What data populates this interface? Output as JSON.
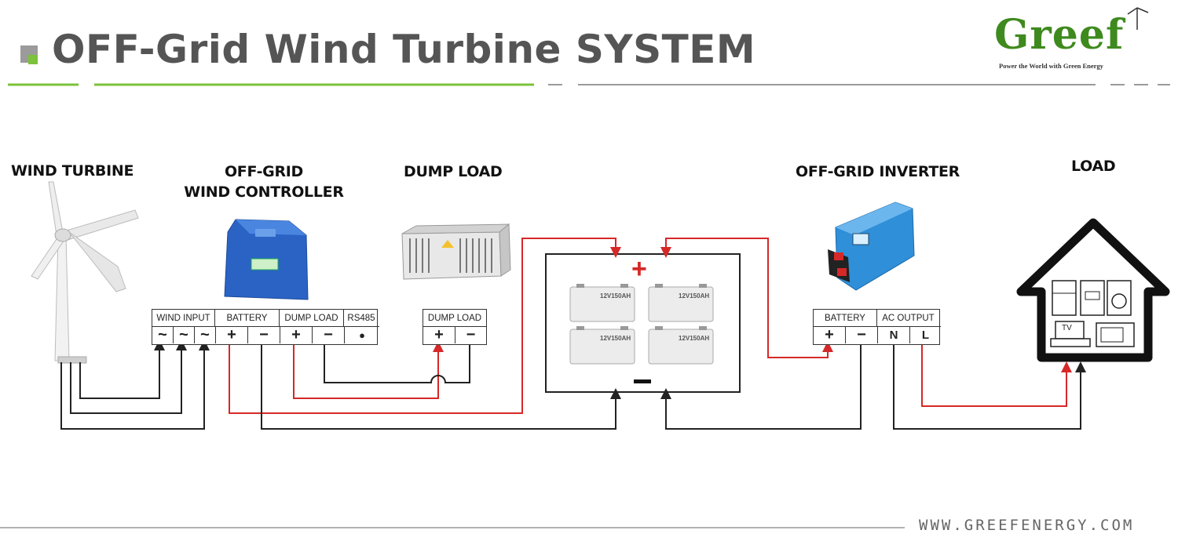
{
  "header": {
    "title": "OFF-Grid Wind Turbine SYSTEM",
    "logo_text": "Greef",
    "logo_tagline": "Power the World with Green Energy"
  },
  "components": {
    "wind_turbine": "WIND TURBINE",
    "controller_line1": "OFF-GRID",
    "controller_line2": "WIND CONTROLLER",
    "dump_load": "DUMP LOAD",
    "inverter": "OFF-GRID INVERTER",
    "load": "LOAD"
  },
  "controller_terminals": {
    "wind_input": "WIND INPUT",
    "battery": "BATTERY",
    "dump_load": "DUMP LOAD",
    "rs485": "RS485",
    "ac_symbol": "~",
    "plus": "+",
    "minus": "−",
    "rs485_pin": "●"
  },
  "dump_load_terminals": {
    "header": "DUMP LOAD",
    "plus": "+",
    "minus": "−"
  },
  "battery_bank": {
    "plus_symbol": "+",
    "minus_symbol": "−",
    "battery_label": "12V150AH"
  },
  "inverter_terminals": {
    "battery": "BATTERY",
    "ac_output": "AC OUTPUT",
    "plus": "+",
    "minus": "−",
    "neutral": "N",
    "line": "L"
  },
  "house": {
    "tv_label": "TV"
  },
  "footer": {
    "url": "WWW.GREEFENERGY.COM"
  },
  "colors": {
    "accent_green": "#7cc23a",
    "positive_wire": "#d62828",
    "negative_wire": "#222222",
    "controller_blue": "#2a63c4",
    "inverter_blue": "#2f8fd8"
  }
}
